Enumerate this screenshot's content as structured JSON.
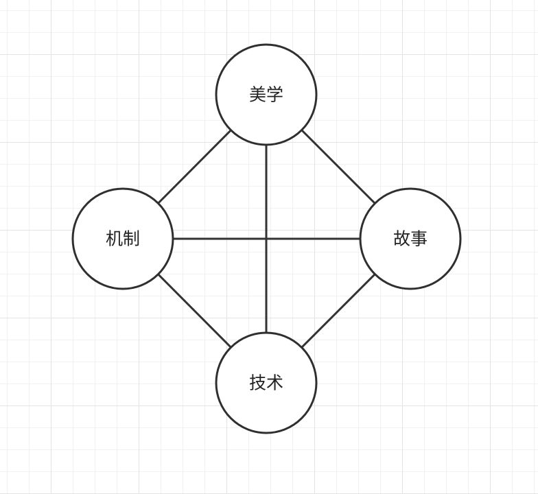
{
  "nodes": [
    {
      "id": "aesthetics",
      "label": "美学"
    },
    {
      "id": "mechanics",
      "label": "机制"
    },
    {
      "id": "story",
      "label": "故事"
    },
    {
      "id": "technology",
      "label": "技术"
    }
  ],
  "edges": [
    {
      "from": "aesthetics",
      "to": "mechanics"
    },
    {
      "from": "aesthetics",
      "to": "story"
    },
    {
      "from": "aesthetics",
      "to": "technology"
    },
    {
      "from": "mechanics",
      "to": "story"
    },
    {
      "from": "mechanics",
      "to": "technology"
    },
    {
      "from": "story",
      "to": "technology"
    }
  ],
  "colors": {
    "stroke": "#333333",
    "node_fill": "#ffffff",
    "grid_major": "#e3e3e3",
    "grid_minor": "#f1f1f1"
  }
}
